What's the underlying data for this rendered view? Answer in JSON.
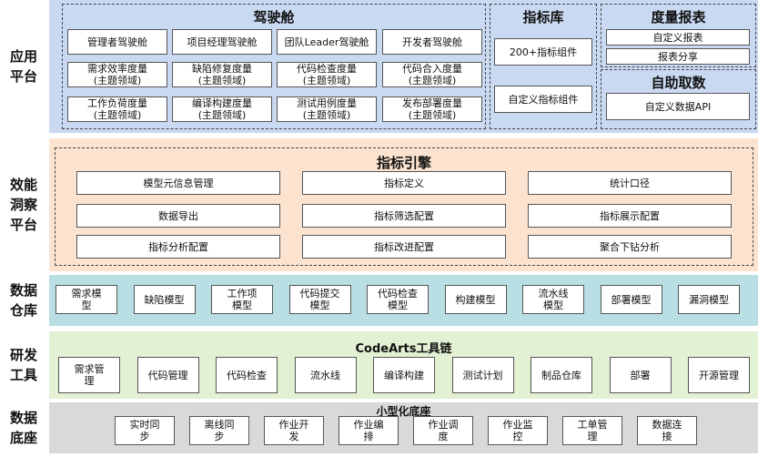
{
  "layers": {
    "app": "应用\n平台",
    "efficiency": "效能\n洞察\n平台",
    "datawarehouse": "数据\n仓库",
    "rdtools": "研发\n工具",
    "database": "数据\n底座"
  },
  "app": {
    "cockpit": {
      "title": "驾驶舱",
      "items": [
        "管理者驾驶舱",
        "项目经理驾驶舱",
        "团队Leader驾驶舱",
        "开发者驾驶舱",
        "需求效率度量\n(主题领域)",
        "缺陷修复度量\n(主题领域)",
        "代码检查度量\n(主题领域)",
        "代码合入度量\n(主题领域)",
        "工作负荷度量\n(主题领域)",
        "编译构建度量\n(主题领域)",
        "测试用例度量\n(主题领域)",
        "发布部署度量\n(主题领域)"
      ]
    },
    "metrics_lib": {
      "title": "指标库",
      "items": [
        "200+指标组件",
        "自定义指标组件"
      ]
    },
    "reports": {
      "title": "度量报表",
      "items": [
        "自定义报表",
        "报表分享"
      ]
    },
    "self_service": {
      "title": "自助取数",
      "items": [
        "自定义数据API"
      ]
    }
  },
  "engine": {
    "title": "指标引擎",
    "items": [
      "模型元信息管理",
      "指标定义",
      "统计口径",
      "数据导出",
      "指标筛选配置",
      "指标展示配置",
      "指标分析配置",
      "指标改进配置",
      "聚合下钻分析"
    ]
  },
  "models": {
    "items": [
      "需求模\n型",
      "缺陷模型",
      "工作项\n模型",
      "代码提交\n模型",
      "代码检查\n模型",
      "构建模型",
      "流水线\n模型",
      "部署模型",
      "漏洞模型"
    ]
  },
  "toolchain": {
    "title": "CodeArts工具链",
    "items": [
      "需求管\n理",
      "代码管理",
      "代码检查",
      "流水线",
      "编译构建",
      "测试计划",
      "制品仓库",
      "部署",
      "开源管理"
    ]
  },
  "base": {
    "title": "小型化底座",
    "items": [
      "实时同\n步",
      "离线同\n步",
      "作业开\n发",
      "作业编\n排",
      "作业调\n度",
      "作业监\n控",
      "工单管\n理",
      "数据连\n接"
    ]
  }
}
